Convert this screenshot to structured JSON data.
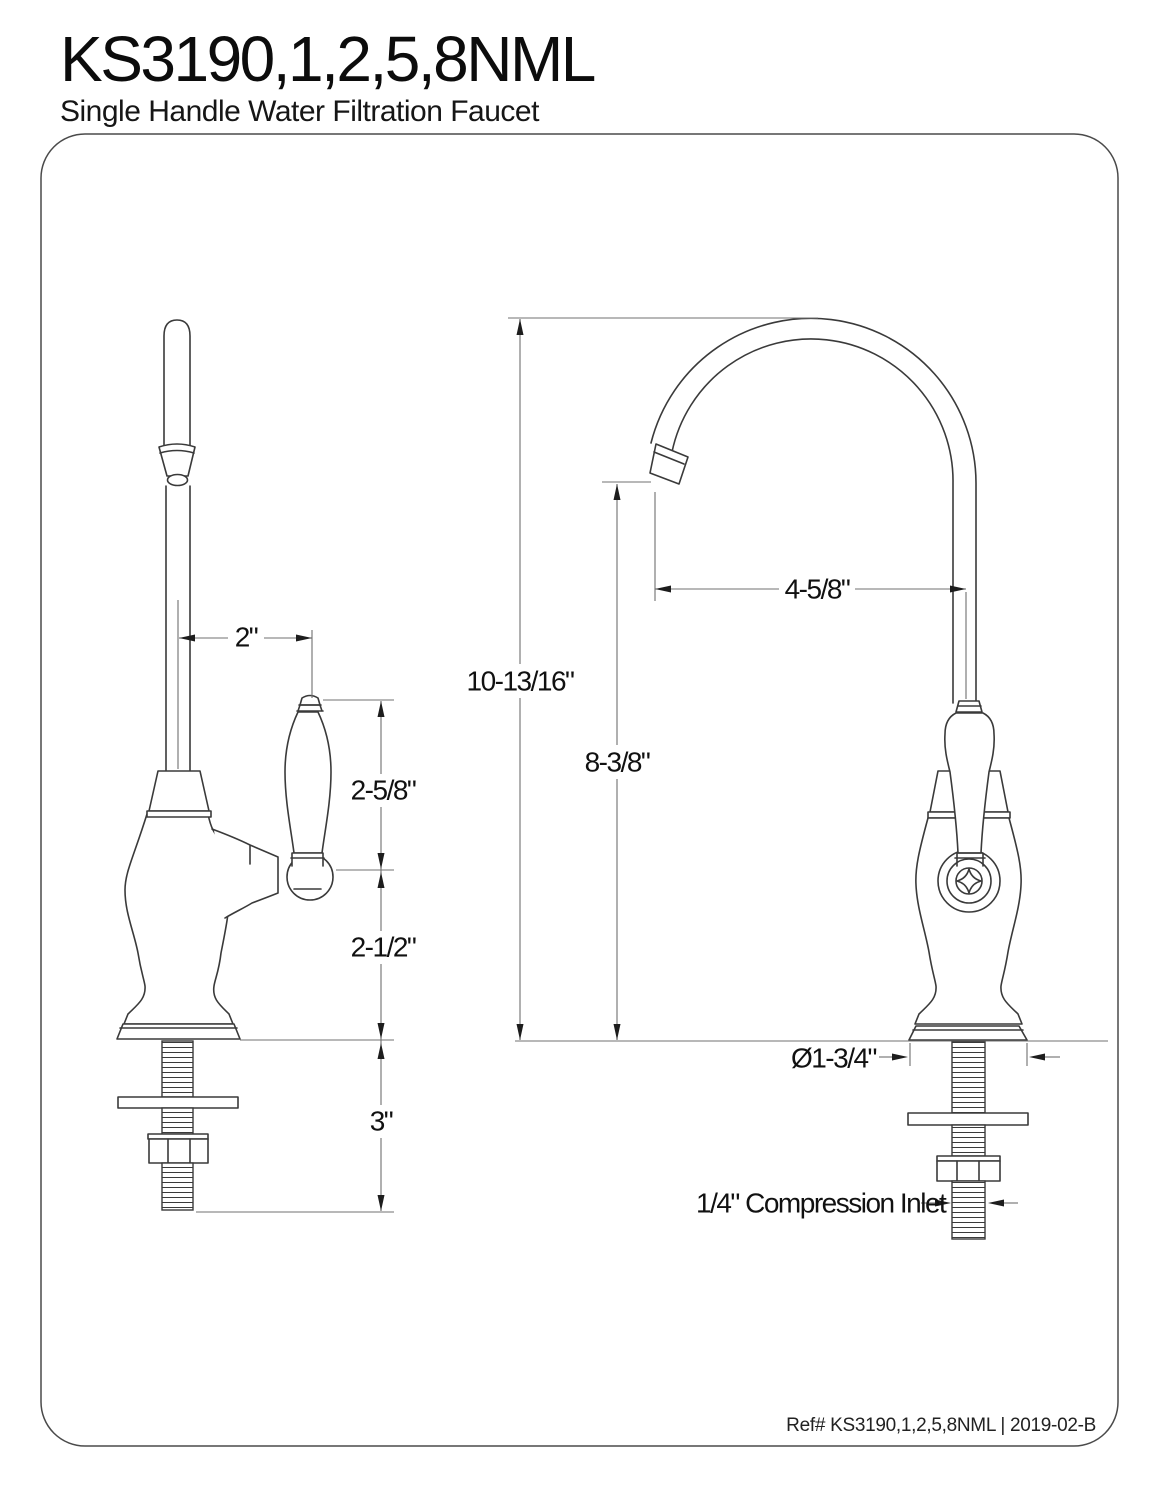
{
  "header": {
    "model": "KS3190,1,2,5,8NML",
    "subtitle": "Single Handle Water Filtration Faucet"
  },
  "footer": {
    "ref": "Ref# KS3190,1,2,5,8NML | 2019-02-B"
  },
  "diagram": {
    "side_view": {
      "dims": {
        "handle_offset": "2\"",
        "handle_height": "2-5/8\"",
        "body_height": "2-1/2\"",
        "shank_length": "3\""
      }
    },
    "front_view": {
      "dims": {
        "overall_height": "10-13/16\"",
        "spout_clearance": "8-3/8\"",
        "spout_reach": "4-5/8\"",
        "base_diameter": "Ø1-3/4\"",
        "inlet": "1/4\" Compression Inlet"
      }
    }
  },
  "colors": {
    "line": "#3a3a3a",
    "dim": "#707070",
    "text": "#111111",
    "border": "#4a4a4a",
    "background": "#ffffff"
  }
}
